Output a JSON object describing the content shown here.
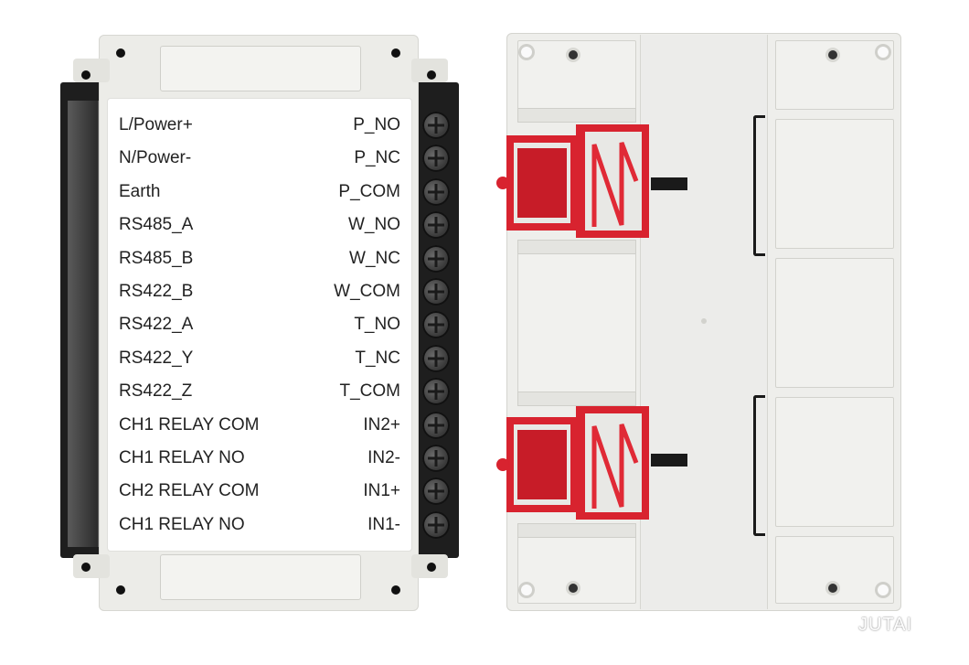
{
  "labels": {
    "rows": [
      {
        "left": "L/Power+",
        "right": "P_NO"
      },
      {
        "left": "N/Power-",
        "right": "P_NC"
      },
      {
        "left": "Earth",
        "right": "P_COM"
      },
      {
        "left": "RS485_A",
        "right": "W_NO"
      },
      {
        "left": "RS485_B",
        "right": "W_NC"
      },
      {
        "left": "RS422_B",
        "right": "W_COM"
      },
      {
        "left": "RS422_A",
        "right": "T_NO"
      },
      {
        "left": "RS422_Y",
        "right": "T_NC"
      },
      {
        "left": "RS422_Z",
        "right": "T_COM"
      },
      {
        "left": "CH1 RELAY COM",
        "right": "IN2+"
      },
      {
        "left": "CH1 RELAY NO",
        "right": "IN2-"
      },
      {
        "left": "CH2 RELAY COM",
        "right": "IN1+"
      },
      {
        "left": "CH1 RELAY NO",
        "right": "IN1-"
      }
    ]
  },
  "watermark": {
    "text": "JUTAI",
    "icon": "wechat-icon"
  },
  "colors": {
    "latch": "#d8232f",
    "housing": "#ecece8",
    "terminal": "#1e1e1e"
  }
}
